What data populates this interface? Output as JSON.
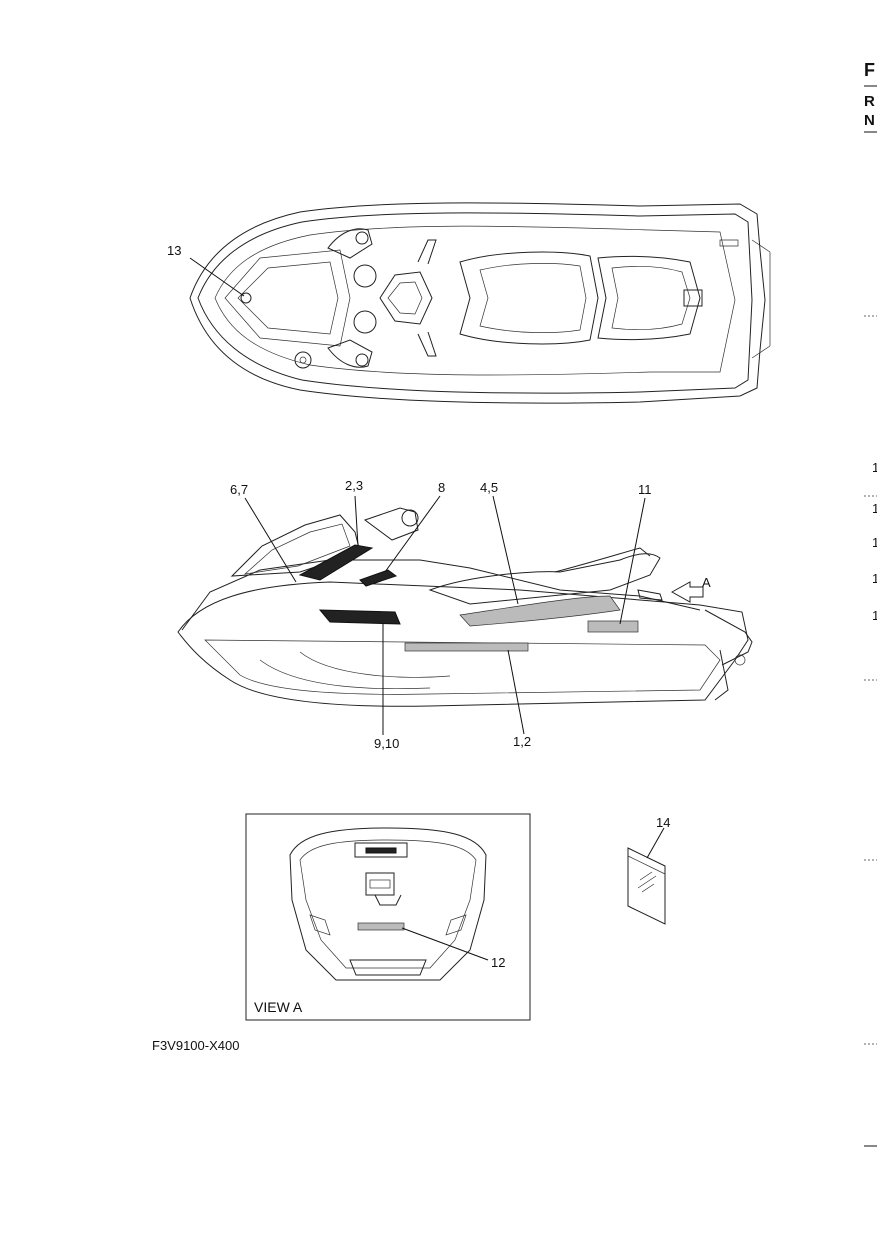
{
  "callouts": {
    "c13": "13",
    "c67": "6,7",
    "c23": "2,3",
    "c8": "8",
    "c45": "4,5",
    "c11": "11",
    "cA": "A",
    "c910": "9,10",
    "c12b": "1,2",
    "c14": "14",
    "c12": "12"
  },
  "view_a_label": "VIEW A",
  "figure_code": "F3V9100-X400",
  "edge": {
    "top_letter": "F",
    "line_r": "R",
    "line_n": "N",
    "nums": [
      "1",
      "1",
      "1",
      "1",
      "1"
    ]
  }
}
